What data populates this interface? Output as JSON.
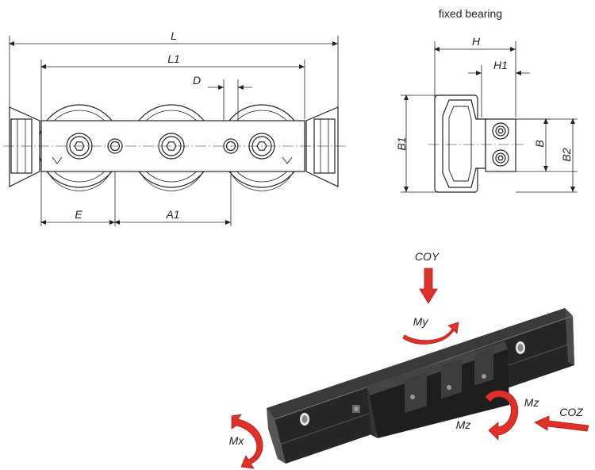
{
  "front_view": {
    "dims": {
      "L": "L",
      "L1": "L1",
      "D": "D",
      "E": "E",
      "A1": "A1"
    }
  },
  "side_view": {
    "title": "fixed bearing",
    "dims": {
      "H": "H",
      "H1": "H1",
      "B": "B",
      "B1": "B1",
      "B2": "B2"
    }
  },
  "load_view": {
    "labels": {
      "COY": "COY",
      "My": "My",
      "Mx": "Mx",
      "Mz_top": "Mz",
      "Mz_bottom": "Mz",
      "COZ": "COZ"
    },
    "colors": {
      "arrow": "#e0302a",
      "rail": "#2b2b2b",
      "carriage": "#1c1c1c"
    }
  }
}
